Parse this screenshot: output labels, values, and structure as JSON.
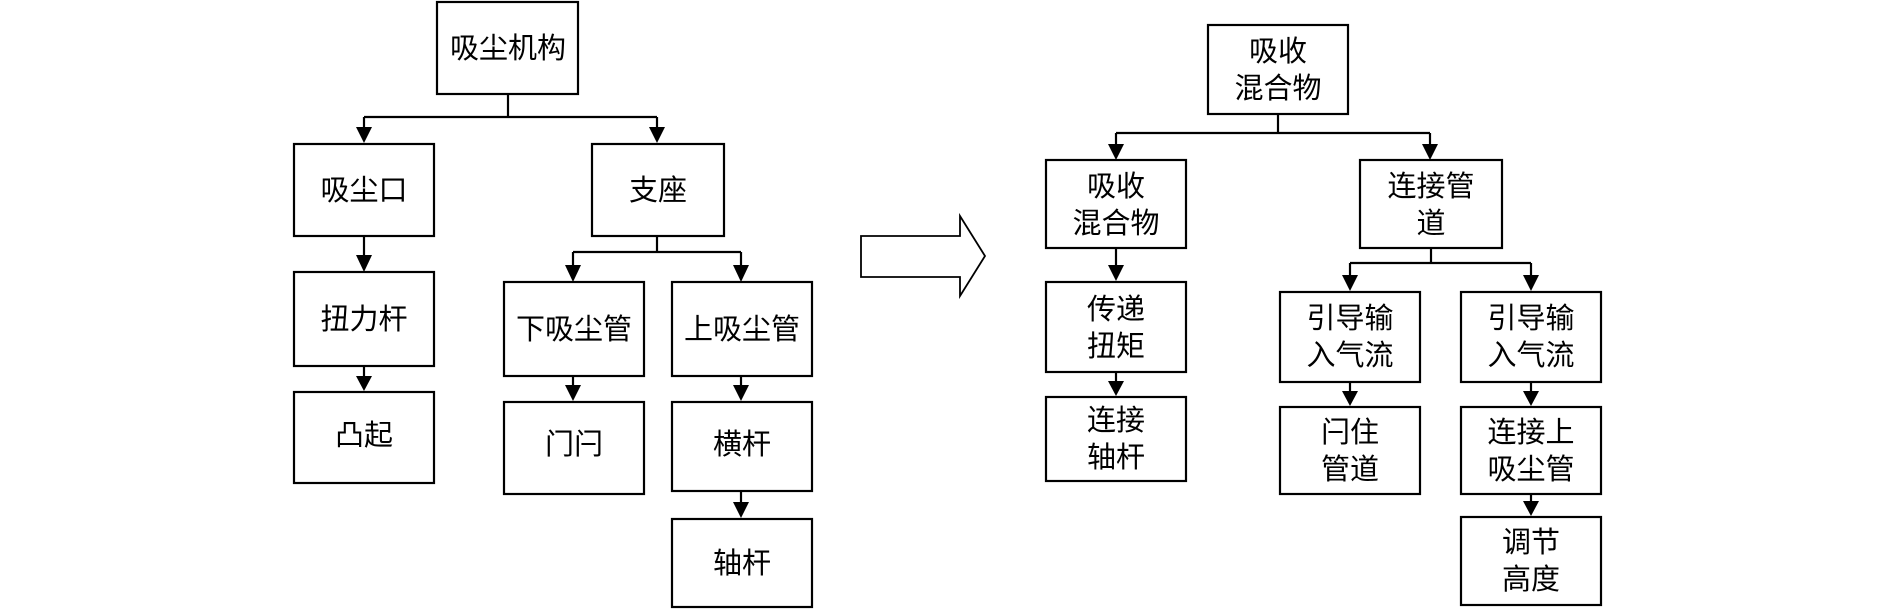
{
  "left_tree": {
    "root": "吸尘机构",
    "suction_port": "吸尘口",
    "torsion_bar": "扭力杆",
    "protrusion": "凸起",
    "support": "支座",
    "lower_pipe": "下吸尘管",
    "latch": "门闩",
    "upper_pipe": "上吸尘管",
    "crossbar": "横杆",
    "shaft": "轴杆"
  },
  "right_tree": {
    "root": [
      "吸收",
      "混合物"
    ],
    "absorb": [
      "吸收",
      "混合物"
    ],
    "transfer_torque": [
      "传递",
      "扭矩"
    ],
    "connect_shaft": [
      "连接",
      "轴杆"
    ],
    "connect_pipe": [
      "连接管",
      "道"
    ],
    "guide_airflow_1": [
      "引导输",
      "入气流"
    ],
    "latch_pipe": [
      "闩住",
      "管道"
    ],
    "guide_airflow_2": [
      "引导输",
      "入气流"
    ],
    "connect_upper_pipe": [
      "连接上",
      "吸尘管"
    ],
    "adjust_height": [
      "调节",
      "高度"
    ]
  }
}
